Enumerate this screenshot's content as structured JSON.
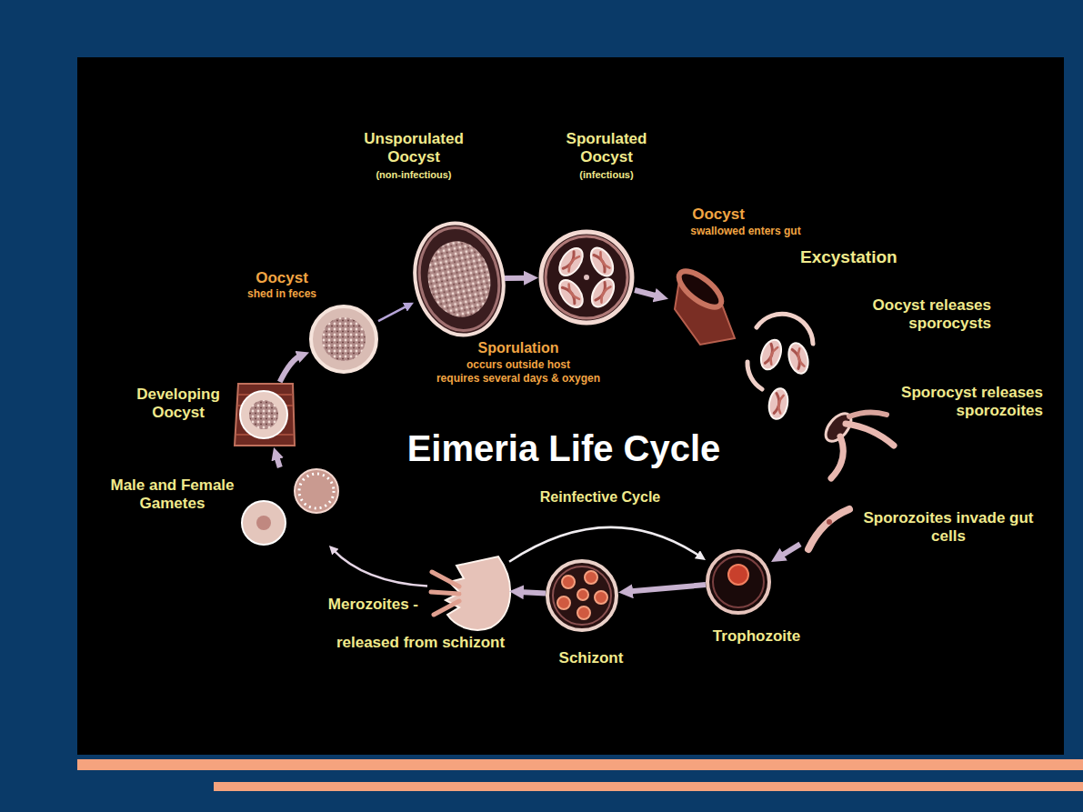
{
  "diagram": {
    "title": "Eimeria Life Cycle",
    "nodes": [
      {
        "text": [
          "Unsporulated Oocyst",
          "(non-infectious)"
        ]
      },
      {
        "text": [
          "Sporulated Oocyst",
          "(infectious)"
        ]
      },
      {
        "text": [
          "Oocyst",
          "swallowed enters gut"
        ]
      },
      {
        "text": [
          "Oocyst releases sporocysts"
        ]
      },
      {
        "text": [
          "Sporocyst releases sporozoites"
        ]
      },
      {
        "text": [
          "Sporozoites invade gut cells"
        ]
      },
      {
        "text": [
          "Trophozoite"
        ]
      },
      {
        "text": [
          "Schizont"
        ]
      },
      {
        "text": [
          "Merozoites -",
          "released from schizont"
        ]
      },
      {
        "text": [
          "Male and Female Gametes"
        ]
      },
      {
        "text": [
          "Developing Oocyst"
        ]
      },
      {
        "text": [
          "Oocyst",
          "shed in feces"
        ]
      }
    ],
    "edges": [
      {
        "from": 0,
        "to": 1,
        "arrow": "to"
      },
      {
        "from": 1,
        "to": 2,
        "arrow": "to"
      },
      {
        "from": 5,
        "to": 6,
        "arrow": "to"
      },
      {
        "from": 6,
        "to": 7,
        "arrow": "to"
      },
      {
        "from": 7,
        "to": 8,
        "arrow": "to"
      },
      {
        "from": 8,
        "to": 6,
        "label": "Reinfective Cycle",
        "arrow": "to"
      },
      {
        "from": 8,
        "to": 9,
        "arrow": "to"
      },
      {
        "from": 9,
        "to": 10,
        "arrow": "to"
      },
      {
        "from": 10,
        "to": 11,
        "arrow": "to"
      },
      {
        "from": 11,
        "to": 0,
        "arrow": "to"
      }
    ],
    "labels": [
      "Excystation",
      "Sporulation",
      "occurs outside host",
      "requires several days & oxygen"
    ]
  }
}
